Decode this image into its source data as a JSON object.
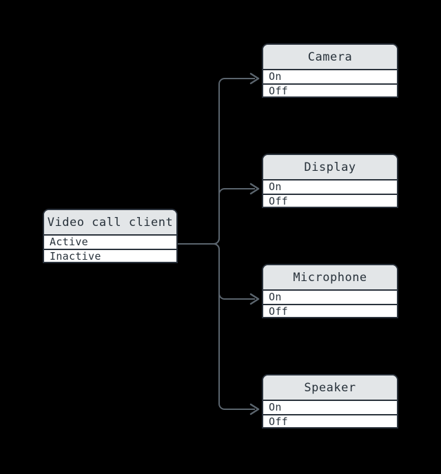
{
  "diagram": {
    "source": {
      "title": "Video call client",
      "rows": [
        "Active",
        "Inactive"
      ]
    },
    "targets": [
      {
        "title": "Camera",
        "rows": [
          "On",
          "Off"
        ]
      },
      {
        "title": "Display",
        "rows": [
          "On",
          "Off"
        ]
      },
      {
        "title": "Microphone",
        "rows": [
          "On",
          "Off"
        ]
      },
      {
        "title": "Speaker",
        "rows": [
          "On",
          "Off"
        ]
      }
    ],
    "colors": {
      "background": "#000000",
      "node_border": "#2a323c",
      "header_fill": "#e3e6e8",
      "row_fill": "#ffffff",
      "text": "#27313a",
      "edge": "#5b656e"
    }
  }
}
